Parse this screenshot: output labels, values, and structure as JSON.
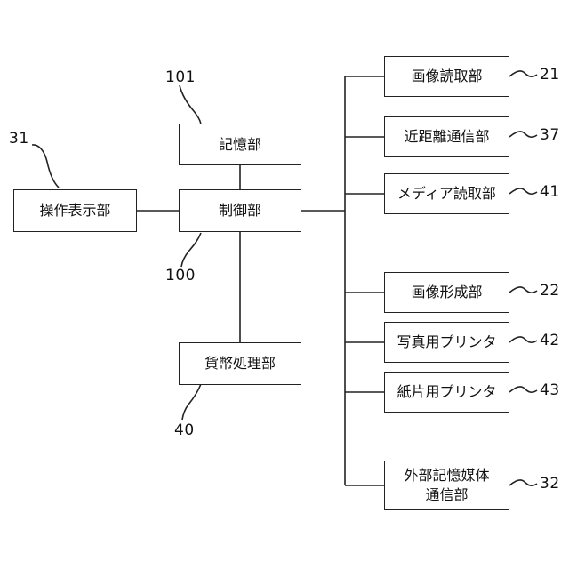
{
  "blocks": {
    "operation_display": {
      "label": "操作表示部",
      "ref": "31"
    },
    "storage": {
      "label": "記憶部",
      "ref": "101"
    },
    "control": {
      "label": "制御部",
      "ref": "100"
    },
    "currency_processing": {
      "label": "貨幣処理部",
      "ref": "40"
    },
    "image_reading": {
      "label": "画像読取部",
      "ref": "21"
    },
    "nfc": {
      "label": "近距離通信部",
      "ref": "37"
    },
    "media_reading": {
      "label": "メディア読取部",
      "ref": "41"
    },
    "image_forming": {
      "label": "画像形成部",
      "ref": "22"
    },
    "photo_printer": {
      "label": "写真用プリンタ",
      "ref": "42"
    },
    "slip_printer": {
      "label": "紙片用プリンタ",
      "ref": "43"
    },
    "external_storage": {
      "label_line1": "外部記憶媒体",
      "label_line2": "通信部",
      "ref": "32"
    }
  }
}
